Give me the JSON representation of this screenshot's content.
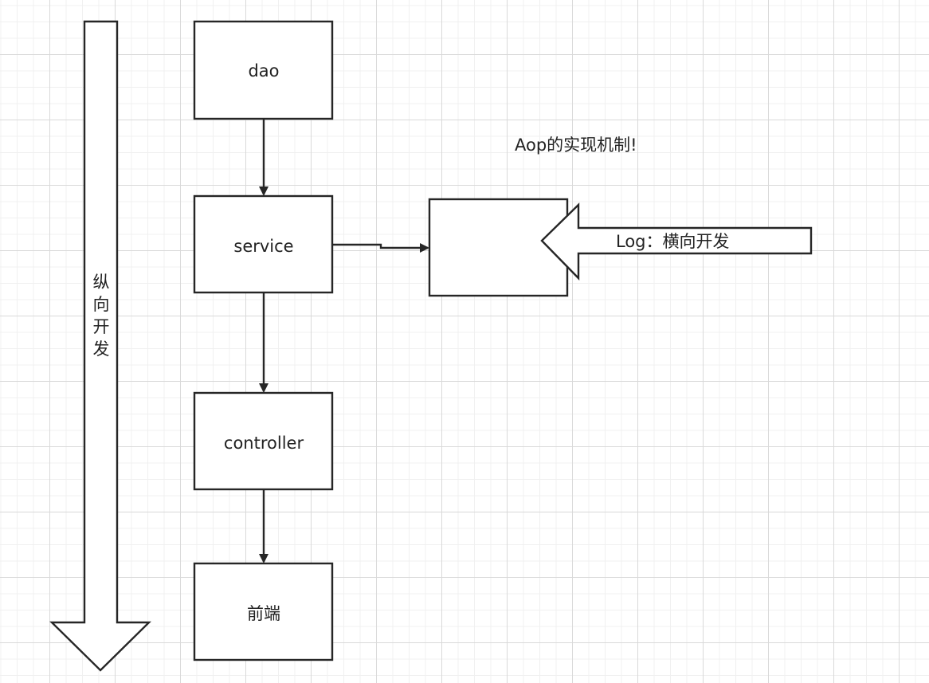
{
  "nodes": {
    "dao": "dao",
    "service": "service",
    "controller": "controller",
    "frontend": "前端",
    "aspect": ""
  },
  "vertical_arrow": {
    "chars": [
      "纵",
      "向",
      "开",
      "发"
    ]
  },
  "horizontal_arrow": {
    "label": "Log：横向开发"
  },
  "annotation": {
    "title": "Aop的实现机制!"
  },
  "colors": {
    "stroke": "#262626",
    "grid_major": "#d9d9d9",
    "grid_minor": "#f0f0f0",
    "background": "#ffffff"
  }
}
